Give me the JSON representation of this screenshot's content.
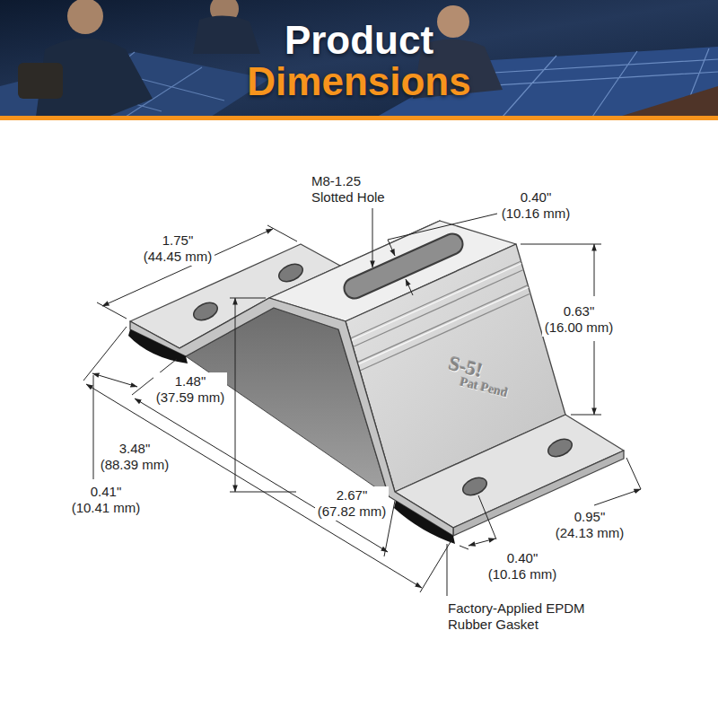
{
  "diagram": {
    "title": "Product Dimensions",
    "labels": [
      "M8-1.25 Slotted Hole",
      "0.40\" (10.16 mm)",
      "1.75\" (44.45 mm)",
      "0.63\" (16.00 mm)",
      "1.48\" (37.59 mm)",
      "3.48\" (88.39 mm)",
      "0.41\" (10.41 mm)",
      "2.67\" (67.82 mm)",
      "0.95\" (24.13 mm)",
      "0.40\" (10.16 mm)",
      "Factory-Applied EPDM Rubber Gasket",
      "S-5!",
      "Pat Pend"
    ]
  }
}
